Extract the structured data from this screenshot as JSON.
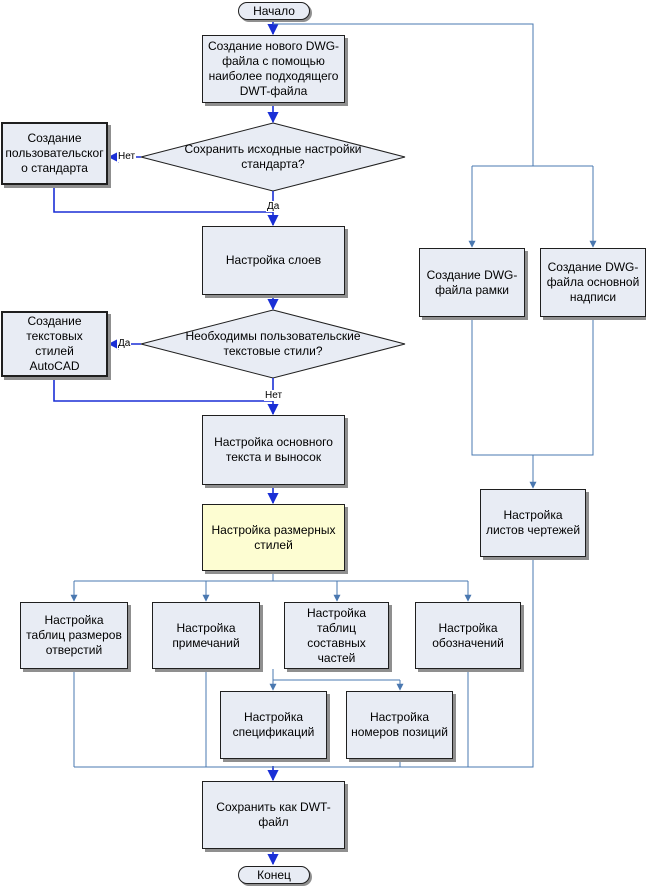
{
  "terminals": {
    "start": "Начало",
    "end": "Конец"
  },
  "decisions": {
    "keep_standard": "Сохранить исходные настройки\nстандарта?",
    "custom_text_styles": "Необходимы пользовательские\nтекстовые стили?"
  },
  "labels": {
    "no": "Нет",
    "yes": "Да"
  },
  "boxes": {
    "create_dwg": "Создание нового DWG-\nфайла с помощью\nнаиболее подходящего\nDWT-файла",
    "custom_standard": "Создание\nпользовательског\nо стандарта",
    "layers": "Настройка слоев",
    "text_styles": "Создание\nтекстовых стилей\nAutoCAD",
    "main_text": "Настройка основного\nтекста и выносок",
    "dim_styles": "Настройка размерных\nстилей",
    "hole_tables": "Настройка\nтаблиц размеров\nотверстий",
    "notes": "Настройка\nпримечаний",
    "parts_tables": "Настройка\nтаблиц\nсоставных частей",
    "symbols": "Настройка\nобозначений",
    "specs": "Настройка\nспецификаций",
    "balloons": "Настройка\nномеров позиций",
    "save_dwt": "Сохранить как DWT-\nфайл",
    "frame_dwg": "Создание DWG-\nфайла рамки",
    "title_block_dwg": "Создание DWG-\nфайла основной\nнадписи",
    "sheets": "Настройка\nлистов чертежей"
  }
}
